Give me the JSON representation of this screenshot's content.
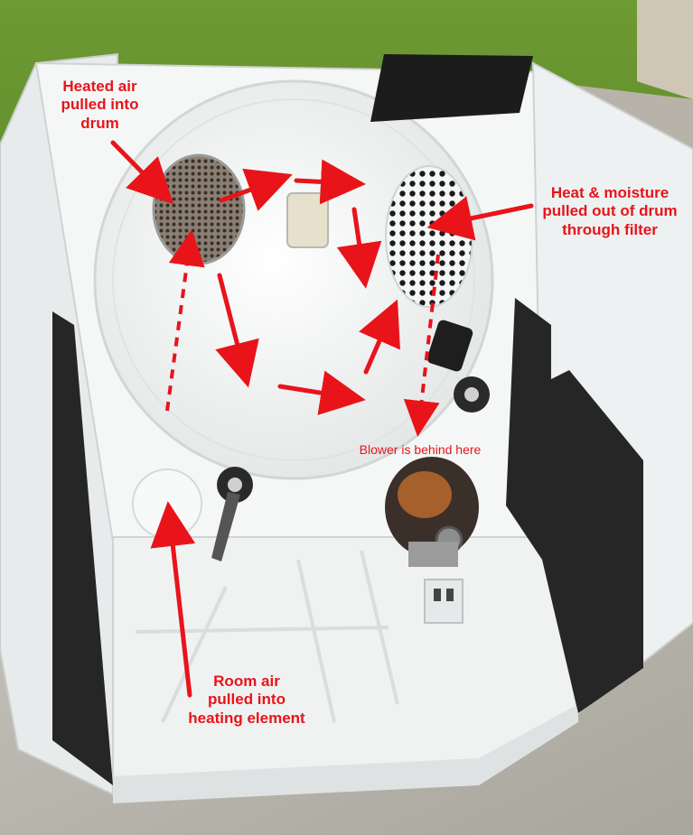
{
  "labels": {
    "heated_air": "Heated air\npulled into\ndrum",
    "heat_moisture": "Heat & moisture\npulled out of drum\nthrough filter",
    "blower": "Blower is behind here",
    "room_air": "Room air\npulled into\nheating element"
  },
  "colors": {
    "annotation": "#e8141a",
    "cabinet": "#f4f6f6",
    "grass": "#5f8a2c",
    "concrete": "#b9b6ad",
    "insulation": "#262626"
  }
}
